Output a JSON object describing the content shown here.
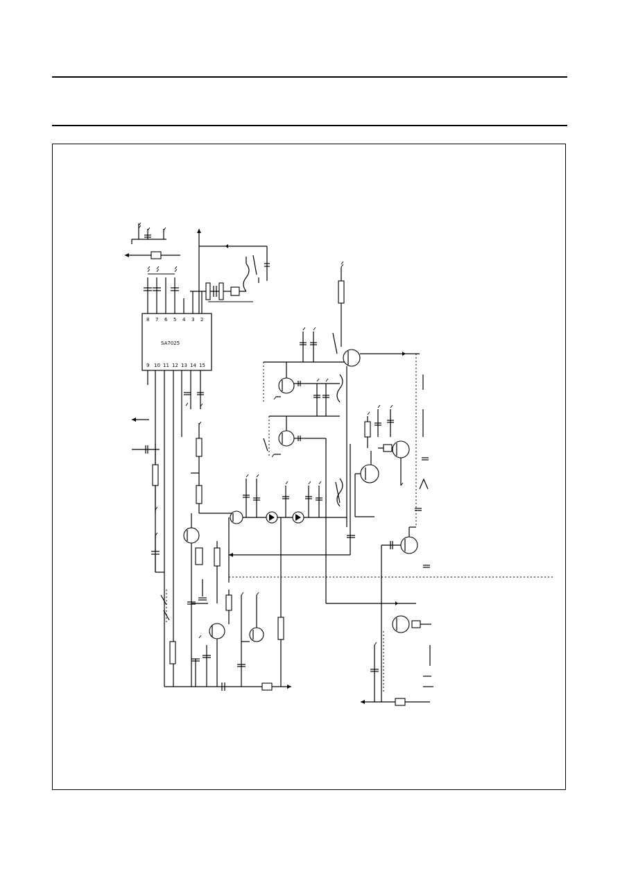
{
  "header": {},
  "figure": {
    "ic_label": "SA7025",
    "labels": {
      "ic_pin_row_top": [
        "8",
        "7",
        "6",
        "5",
        "4",
        "3",
        "2"
      ],
      "ic_pin_row_bottom": [
        "9",
        "10",
        "11",
        "12",
        "13",
        "14",
        "15"
      ]
    }
  }
}
